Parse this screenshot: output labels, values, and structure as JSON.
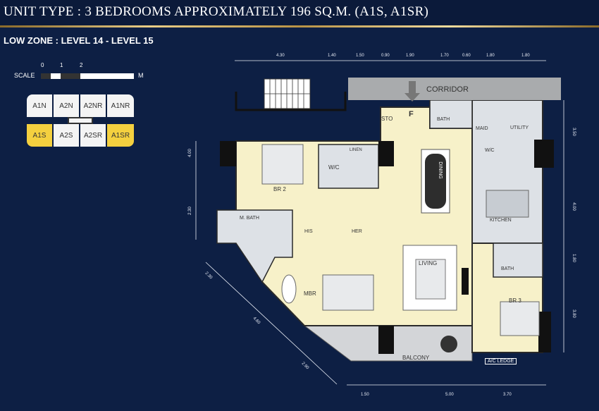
{
  "header": {
    "title": "UNIT TYPE : 3 BEDROOMS      APPROXIMATELY 196 SQ.M. (A1S, A1SR)",
    "zone": "LOW ZONE : LEVEL 14 - LEVEL 15"
  },
  "scale": {
    "label": "SCALE",
    "ticks": [
      "0",
      "1",
      "2"
    ],
    "unit": "M"
  },
  "unit_map": {
    "top_row": [
      "A1N",
      "A2N",
      "A2NR",
      "A1NR"
    ],
    "bottom_row": [
      "A1S",
      "A2S",
      "A2SR",
      "A1SR"
    ],
    "highlight_color": "#f4d03f"
  },
  "rooms": {
    "corridor": "CORRIDOR",
    "sto": "STO",
    "f": "F",
    "bath_top": "BATH",
    "maid": "MAID",
    "utility": "UTILITY",
    "wc_top": "W/C",
    "linen": "LINEN",
    "wc_br2": "W/C",
    "br2": "BR 2",
    "dining": "DINING",
    "kitchen": "KITCHEN",
    "mbath": "M. BATH",
    "his": "HIS",
    "her": "HER",
    "living": "LIVING",
    "mbr": "MBR",
    "bath_br3": "BATH",
    "br3": "BR 3",
    "balcony": "BALCONY",
    "ac_ledge": "A/C LEDGE"
  },
  "dimensions": {
    "top": [
      "4.30",
      "1.40",
      "1.50",
      "0.90",
      "1.90",
      "1.70",
      "0.60",
      "1.80",
      "1.80"
    ],
    "bottom": [
      "1.50",
      "5.00",
      "3.70"
    ],
    "left": [
      "4.00",
      "2.30"
    ],
    "right": [
      "3.50",
      "4.00",
      "1.80",
      "3.80"
    ],
    "diagonal": [
      "2.30",
      "4.60",
      "2.90"
    ]
  },
  "colors": {
    "background": "#0d1f44",
    "living_floor": "#f7f1c9",
    "wet_floor": "#dde1e6",
    "wall": "#1a1a1a",
    "corridor": "#a9abad"
  }
}
